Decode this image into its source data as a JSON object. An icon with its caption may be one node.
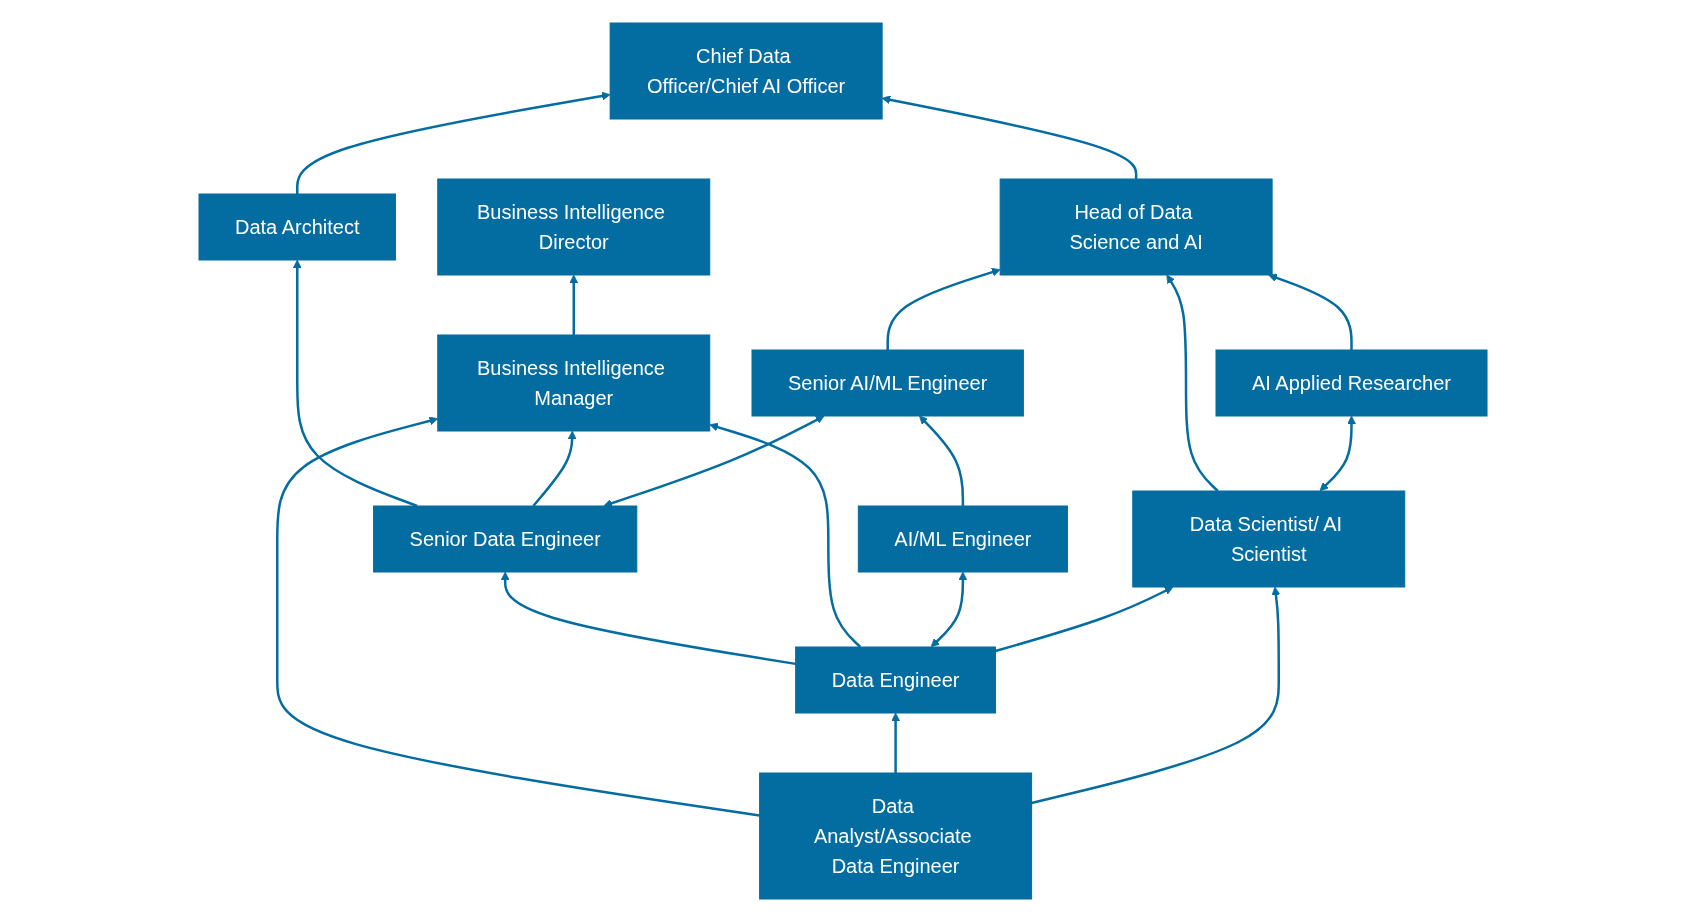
{
  "diagram": {
    "nodes": [
      {
        "text": [
          "Chief Data Officer/Chief AI Officer"
        ]
      },
      {
        "text": [
          "Head of Data Science and AI"
        ]
      },
      {
        "text": [
          "Business Intelligence Director"
        ]
      },
      {
        "text": [
          "Data Architect"
        ]
      },
      {
        "text": [
          "Data Scientist/ AI Scientist"
        ]
      },
      {
        "text": [
          "AI Applied Researcher"
        ]
      },
      {
        "text": [
          "Business Intelligence Manager"
        ]
      },
      {
        "text": [
          "Senior Data Engineer"
        ]
      },
      {
        "text": [
          "Senior AI/ML Engineer"
        ]
      },
      {
        "text": [
          "Data Engineer"
        ]
      },
      {
        "text": [
          "AI/ML Engineer"
        ]
      },
      {
        "text": [
          "Data Analyst/Associate Data Engineer"
        ]
      }
    ],
    "edges": [
      {
        "from": 3,
        "to": 0,
        "arrow": "to"
      },
      {
        "from": 1,
        "to": 0,
        "arrow": "to"
      },
      {
        "from": 8,
        "to": 1,
        "arrow": "to"
      },
      {
        "from": 4,
        "to": 1,
        "arrow": "to"
      },
      {
        "from": 5,
        "to": 1,
        "arrow": "to"
      },
      {
        "from": 4,
        "to": 5,
        "arrow": "both"
      },
      {
        "from": 6,
        "to": 2,
        "arrow": "to"
      },
      {
        "from": 7,
        "to": 3,
        "arrow": "to"
      },
      {
        "from": 7,
        "to": 6,
        "arrow": "to"
      },
      {
        "from": 7,
        "to": 8,
        "arrow": "both"
      },
      {
        "from": 9,
        "to": 7,
        "arrow": "to"
      },
      {
        "from": 10,
        "to": 8,
        "arrow": "to"
      },
      {
        "from": 9,
        "to": 6,
        "arrow": "to"
      },
      {
        "from": 9,
        "to": 10,
        "arrow": "both"
      },
      {
        "from": 11,
        "to": 6,
        "arrow": "to"
      },
      {
        "from": 11,
        "to": 9,
        "arrow": "to"
      },
      {
        "from": 9,
        "to": 4,
        "arrow": "to"
      },
      {
        "from": 11,
        "to": 4,
        "arrow": "to"
      }
    ]
  }
}
